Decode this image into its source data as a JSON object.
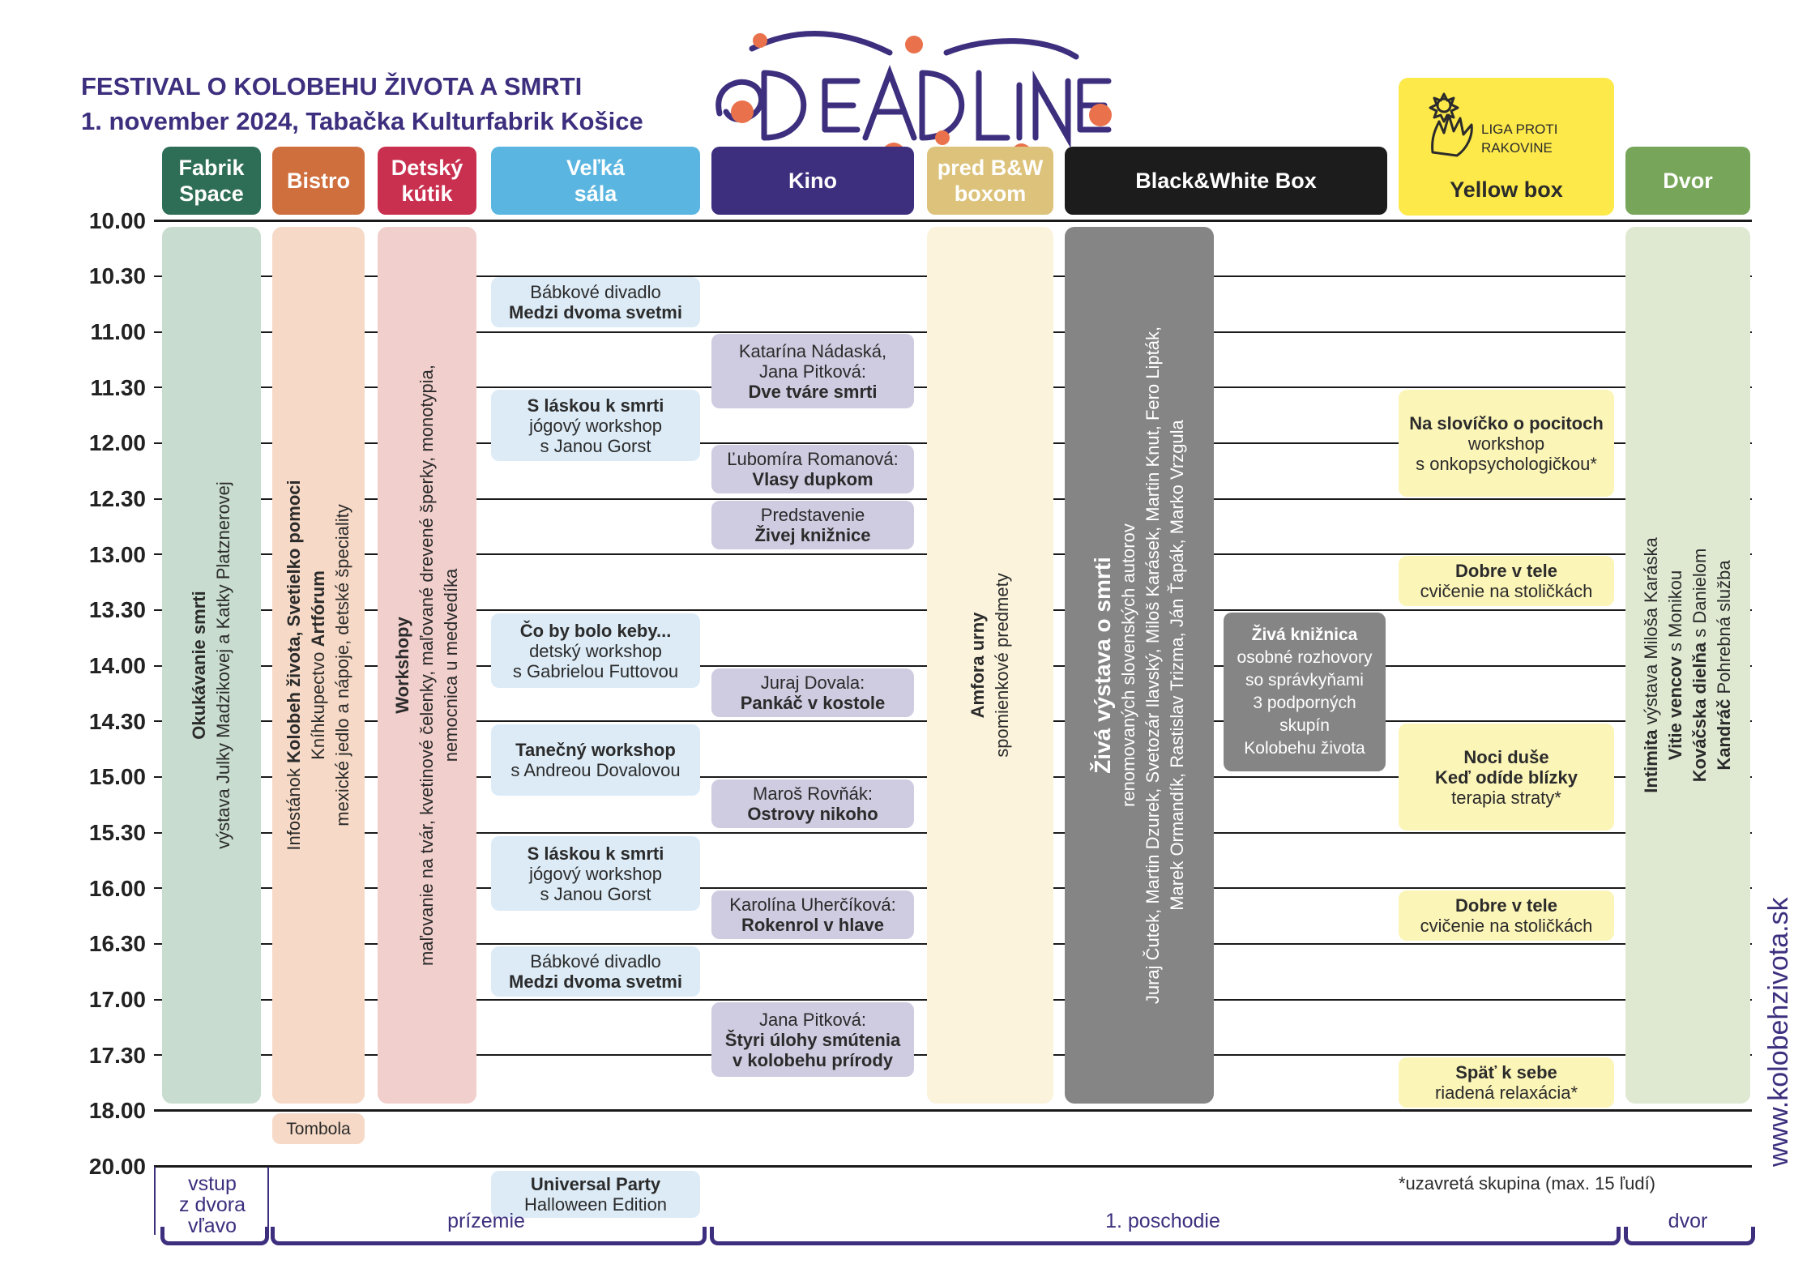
{
  "header": {
    "title": "FESTIVAL O KOLOBEHU ŽIVOTA A SMRTI",
    "subtitle": "1. november 2024, Tabačka Kulturfabrik Košice",
    "logo_text": "DEADLINE",
    "sponsor_line1": "LIGA PROTI",
    "sponsor_line2": "RAKOVINE"
  },
  "colors": {
    "fabrik": "#2e6e56",
    "bistro": "#cf6f3e",
    "detsky": "#c9304f",
    "vela": "#5ab5e0",
    "kino": "#3d2f7e",
    "predbw": "#dcc27a",
    "bwbox": "#1c1c1c",
    "yellow": "#fde94a",
    "dvor": "#77a65a"
  },
  "venues": [
    {
      "id": "fabrik",
      "label": "Fabrik\nSpace"
    },
    {
      "id": "bistro",
      "label": "Bistro"
    },
    {
      "id": "detsky",
      "label": "Detský\nkútik"
    },
    {
      "id": "vela",
      "label": "Veľká\nsála"
    },
    {
      "id": "kino",
      "label": "Kino"
    },
    {
      "id": "predbw",
      "label": "pred B&W\nboxom"
    },
    {
      "id": "bwbox",
      "label": "Black&White Box"
    },
    {
      "id": "yellow",
      "label": "Yellow box"
    },
    {
      "id": "dvor",
      "label": "Dvor"
    }
  ],
  "times": [
    "10.00",
    "10.30",
    "11.00",
    "11.30",
    "12.00",
    "12.30",
    "13.00",
    "13.30",
    "14.00",
    "14.30",
    "15.00",
    "15.30",
    "16.00",
    "16.30",
    "17.00",
    "17.30",
    "18.00",
    "20.00"
  ],
  "columns": {
    "fabrik": {
      "title": "Okukávanie smrti",
      "text": "výstava Julky Madzikovej a Katky Platznerovej"
    },
    "bistro": {
      "line1a": "Infostánok ",
      "line1b": "Kolobeh života, Svetielko pomoci",
      "line2a": "Kníhkupectvo ",
      "line2b": "Artfórum",
      "line3": "mexické jedlo a nápoje, detské špeciality"
    },
    "detsky": {
      "title": "Workshopy",
      "line1": "maľovanie na tvár, kvetinové čelenky, maľované drevené šperky, monotypia,",
      "line2": "nemocnica u medvedíka"
    },
    "predbw": {
      "title": "Amfora urny",
      "text": "spomienkové predmety"
    },
    "bwbox": {
      "title": "Živá výstava o smrti",
      "sub": "renomovaných slovenských autorov",
      "names1": "Juraj Čutek, Martin Dzurek, Svetozár Ilavský, Miloš Karásek, Martin Knut, Fero Lipták,",
      "names2": "Marek Ormandík, Rastislav Trizma, Ján Ťapák, Marko Vrzgula"
    },
    "dvor": {
      "l1a": "Intimita ",
      "l1b": "výstava Miloša Karáska",
      "l2a": "Vitie vencov",
      "l2b": " s Monikou",
      "l3a": "Kováčska dielňa",
      "l3b": " s Danielom",
      "l4a": "Kandráč",
      "l4b": " Pohrebná služba"
    }
  },
  "events": {
    "vela1": {
      "l1": "Bábkové divadlo",
      "l2": "Medzi dvoma svetmi"
    },
    "vela2": {
      "l1": "S láskou k smrti",
      "l2": "jógový workshop",
      "l3": "s Janou Gorst"
    },
    "vela3": {
      "l1": "Čo by bolo keby...",
      "l2": "detský workshop",
      "l3": "s Gabrielou Futtovou"
    },
    "vela4": {
      "l1": "Tanečný workshop",
      "l2": "s Andreou Dovalovou"
    },
    "vela5": {
      "l1": "S láskou k smrti",
      "l2": "jógový workshop",
      "l3": "s Janou Gorst"
    },
    "vela6": {
      "l1": "Bábkové divadlo",
      "l2": "Medzi dvoma svetmi"
    },
    "vela7": {
      "l1": "Universal Party",
      "l2": "Halloween Edition"
    },
    "kino1": {
      "l1": "Katarína Nádaská,",
      "l2": "Jana Pitková:",
      "l3": "Dve tváre smrti"
    },
    "kino2": {
      "l1": "Ľubomíra Romanová:",
      "l2": "Vlasy dupkom"
    },
    "kino3": {
      "l1": "Predstavenie",
      "l2": "Živej knižnice"
    },
    "kino4": {
      "l1": "Juraj Dovala:",
      "l2": "Pankáč v kostole"
    },
    "kino5": {
      "l1": "Maroš Rovňák:",
      "l2": "Ostrovy nikoho"
    },
    "kino6": {
      "l1": "Karolína Uherčíková:",
      "l2": "Rokenrol v hlave"
    },
    "kino7": {
      "l1": "Jana Pitková:",
      "l2": "Štyri úlohy smútenia",
      "l3": "v kolobehu prírody"
    },
    "bw2": {
      "l1": "Živá knižnica",
      "l2": "osobné rozhovory",
      "l3": "so správkyňami",
      "l4": "3 podporných",
      "l5": "skupín",
      "l6": "Kolobehu života"
    },
    "yel1": {
      "l1": "Na slovíčko o pocitoch",
      "l2": "workshop",
      "l3": "s onkopsychologičkou*"
    },
    "yel2": {
      "l1": "Dobre v tele",
      "l2": "cvičenie na stoličkách"
    },
    "yel3": {
      "l1": "Noci duše",
      "l2": "Keď odíde blízky",
      "l3": "terapia straty*"
    },
    "yel4": {
      "l1": "Dobre v tele",
      "l2": "cvičenie na stoličkách"
    },
    "yel5": {
      "l1": "Späť k sebe",
      "l2": "riadená relaxácia*"
    },
    "bistro2": {
      "l1": "Tombola"
    }
  },
  "footer": {
    "note": "*uzavretá skupina (max. 15 ľudí)",
    "entry": "vstup\nz dvora\nvľavo",
    "floor_ground": "prízemie",
    "floor_first": "1. poschodie",
    "floor_yard": "dvor",
    "website": "www.kolobehzivota.sk"
  }
}
